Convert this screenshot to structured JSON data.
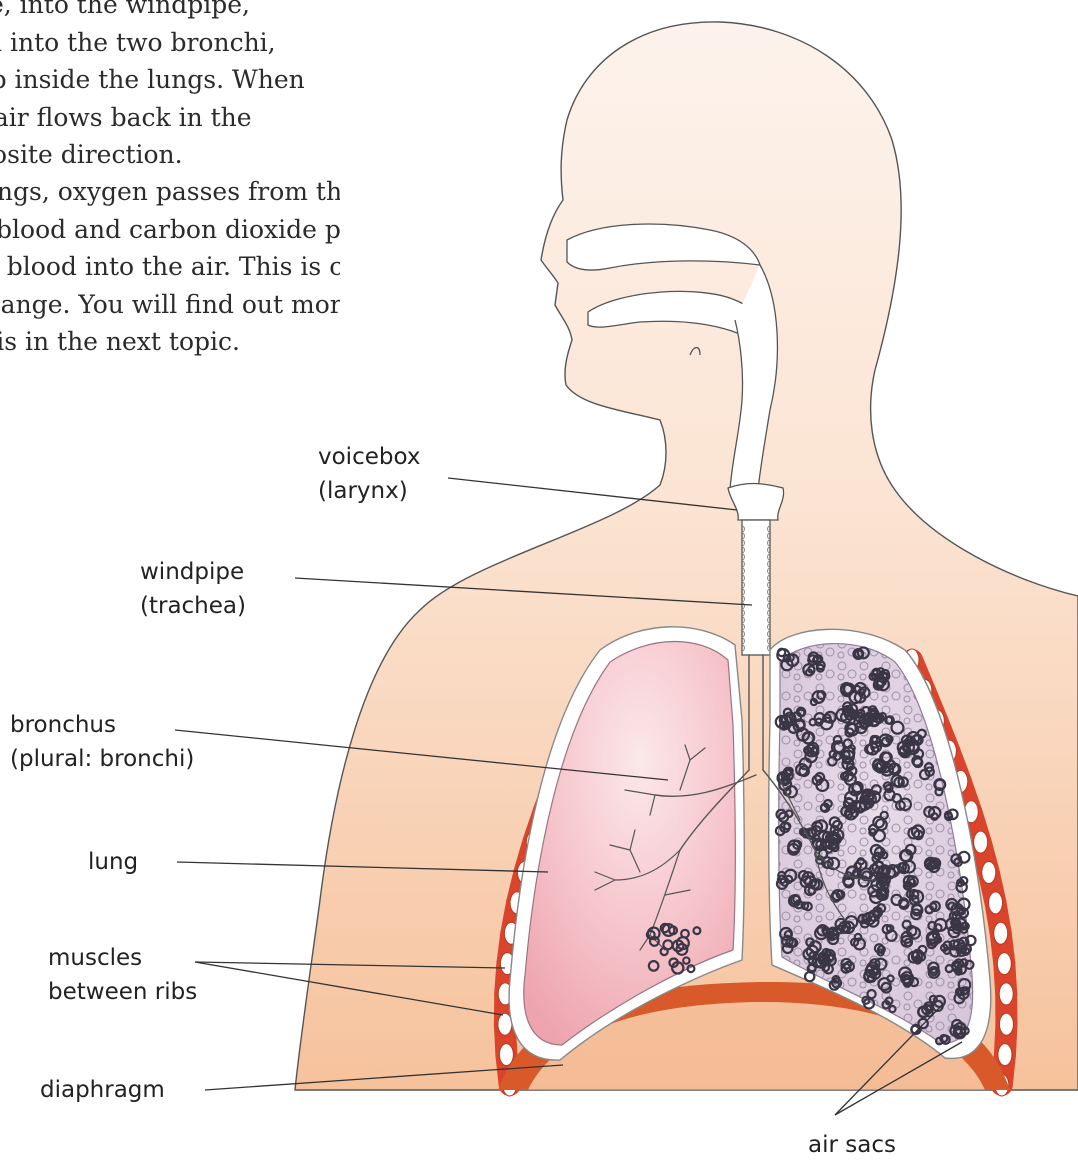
{
  "text_block": {
    "paragraph_1": [
      "nose, into the windpipe,",
      "then into the two bronchi,",
      "deep inside the lungs. When",
      "the air flows back in the",
      "opposite direction."
    ],
    "paragraph_2": [
      "In the lungs, oxygen passes from the air",
      "into the blood and carbon dioxide passes",
      "from the blood into the air. This is called",
      "gas exchange. You will find out more",
      "about this in the next topic."
    ]
  },
  "labels": {
    "voicebox": [
      "voicebox",
      "(larynx)"
    ],
    "windpipe": [
      "windpipe",
      "(trachea)"
    ],
    "bronchus": [
      "bronchus",
      "(plural: bronchi)"
    ],
    "lung": [
      "lung"
    ],
    "muscles": [
      "muscles",
      "between ribs"
    ],
    "diaphragm": [
      "diaphragm"
    ],
    "air_sacs": [
      "air sacs"
    ]
  },
  "colors": {
    "skin_light": "#fbe6d6",
    "skin_mid": "#f7c7a4",
    "lung_pink": "#f2b3bd",
    "muscle_red": "#d9442b",
    "diaphragm_orange": "#d85a2a",
    "air_sac_dark": "#3a3646",
    "outline": "#6a6a6a"
  }
}
